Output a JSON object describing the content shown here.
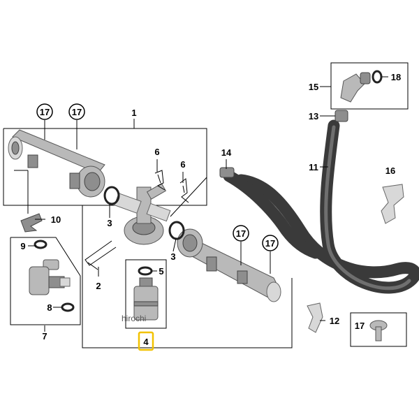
{
  "callouts": {
    "c1": "1",
    "c2": "2",
    "c3a": "3",
    "c3b": "3",
    "c4": "4",
    "c5": "5",
    "c6a": "6",
    "c6b": "6",
    "c7": "7",
    "c8": "8",
    "c9": "9",
    "c10": "10",
    "c11": "11",
    "c12": "12",
    "c13": "13",
    "c14": "14",
    "c15": "15",
    "c16": "16",
    "c17_box": "17",
    "c18": "18",
    "c17_circ_a": "17",
    "c17_circ_b": "17",
    "c17_circ_c": "17",
    "c17_circ_d": "17"
  },
  "watermark": "hirochi",
  "colors": {
    "highlight": "#f2c200",
    "hose": "#3a3a3a",
    "part": "#b9b9b9"
  }
}
